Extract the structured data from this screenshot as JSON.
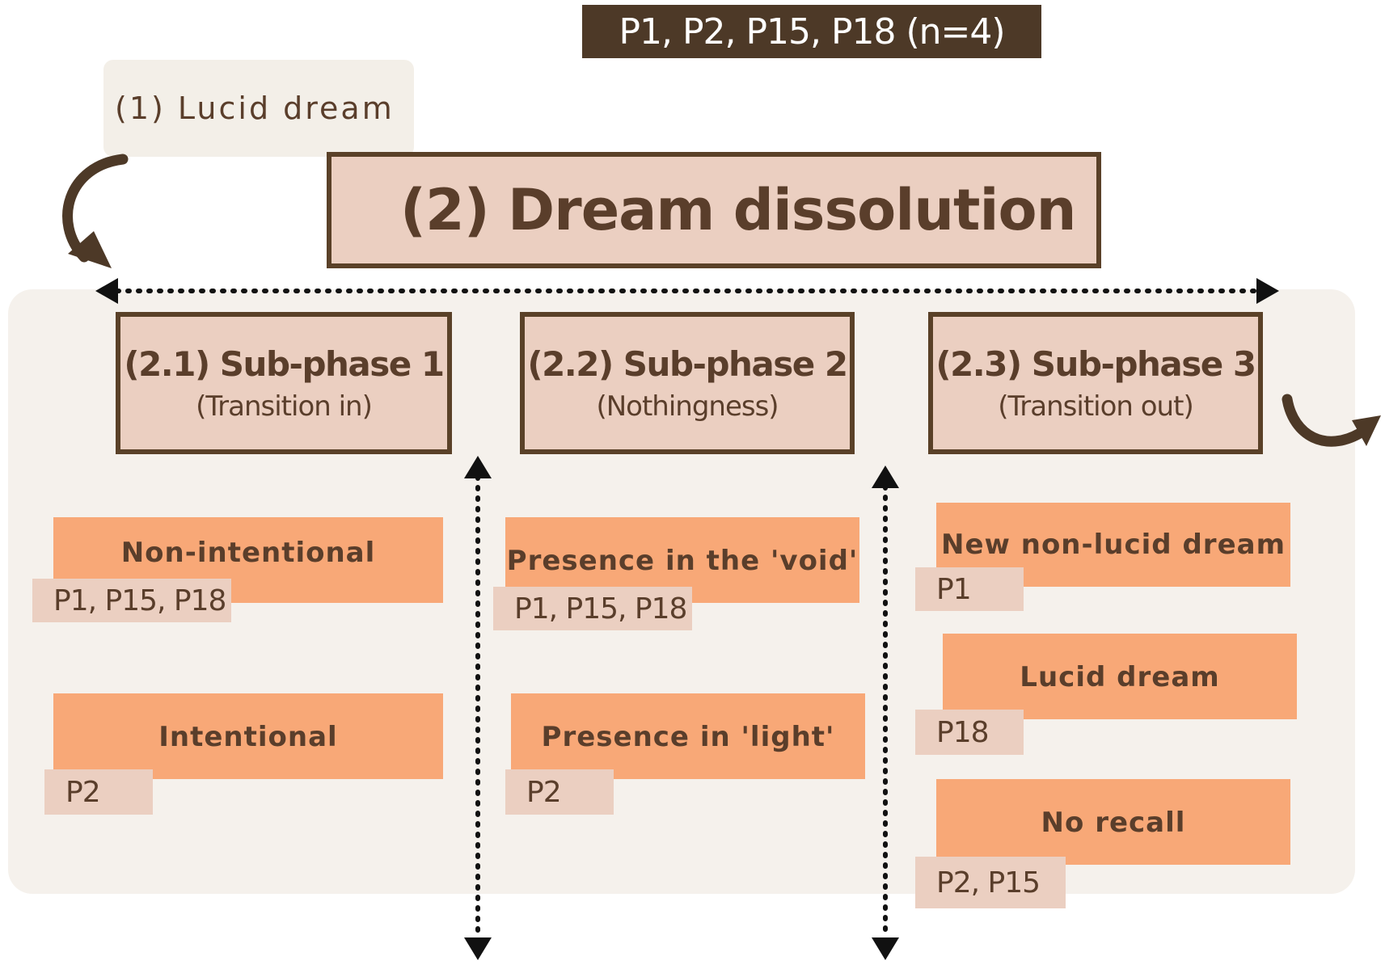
{
  "participants": "P1, P2, P15, P18 (n=4)",
  "lucid_dream": "(1) Lucid dream",
  "dream_dissolution": "(2) Dream dissolution",
  "subphases": [
    {
      "title": "(2.1) Sub-phase 1",
      "subtitle": "(Transition in)"
    },
    {
      "title": "(2.2) Sub-phase 2",
      "subtitle": "(Nothingness)"
    },
    {
      "title": "(2.3) Sub-phase 3",
      "subtitle": "(Transition out)"
    }
  ],
  "themes": {
    "phase1": [
      {
        "label": "Non-intentional",
        "participants": "P1, P15, P18"
      },
      {
        "label": "Intentional",
        "participants": "P2"
      }
    ],
    "phase2": [
      {
        "label": "Presence in the 'void'",
        "participants": "P1, P15, P18"
      },
      {
        "label": "Presence in 'light'",
        "participants": "P2"
      }
    ],
    "phase3": [
      {
        "label": "New non-lucid dream",
        "participants": "P1"
      },
      {
        "label": "Lucid dream",
        "participants": "P18"
      },
      {
        "label": "No recall",
        "participants": "P2, P15"
      }
    ]
  },
  "colors": {
    "dark_brown": "#4d3927",
    "box_fill": "#ebcfc1",
    "theme_fill": "#f8a877",
    "panel_fill": "#f5f1ec"
  }
}
